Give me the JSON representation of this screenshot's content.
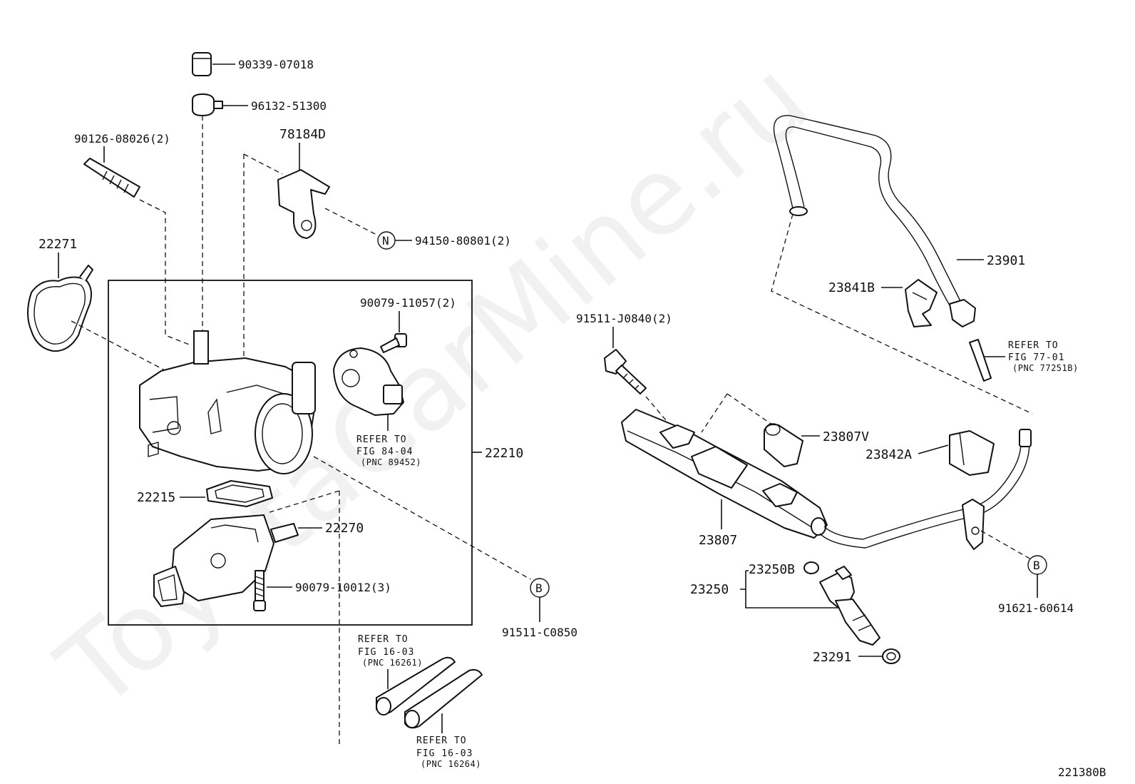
{
  "watermark": "ToyotaCarMine.ru",
  "figure_code": "221380B",
  "callouts": {
    "b1": "B",
    "b2": "B",
    "n": "N"
  },
  "labels": {
    "p90339": "90339-07018",
    "p96132": "96132-51300",
    "p90126": "90126-08026(2)",
    "p78184d": "78184D",
    "p94150": "94150-80801(2)",
    "p22271": "22271",
    "p90079a": "90079-11057(2)",
    "p22210": "22210",
    "p22215": "22215",
    "p22270": "22270",
    "p90079b": "90079-10012(3)",
    "p91511c": "91511-C0850",
    "p23901": "23901",
    "p23841b": "23841B",
    "p91511j": "91511-J0840(2)",
    "p23807v": "23807V",
    "p23842a": "23842A",
    "p23807": "23807",
    "p23250b": "23250B",
    "p23250": "23250",
    "p91621": "91621-60614",
    "p23291": "23291"
  },
  "refs": {
    "r8404": {
      "line1": "REFER TO",
      "line2": "FIG 84-04",
      "line3": "(PNC 89452)"
    },
    "r7701": {
      "line1": "REFER TO",
      "line2": "FIG 77-01",
      "line3": "(PNC 77251B)"
    },
    "r1603a": {
      "line1": "REFER TO",
      "line2": "FIG 16-03",
      "line3": "(PNC 16261)"
    },
    "r1603b": {
      "line1": "REFER TO",
      "line2": "FIG 16-03",
      "line3": "(PNC 16264)"
    }
  }
}
